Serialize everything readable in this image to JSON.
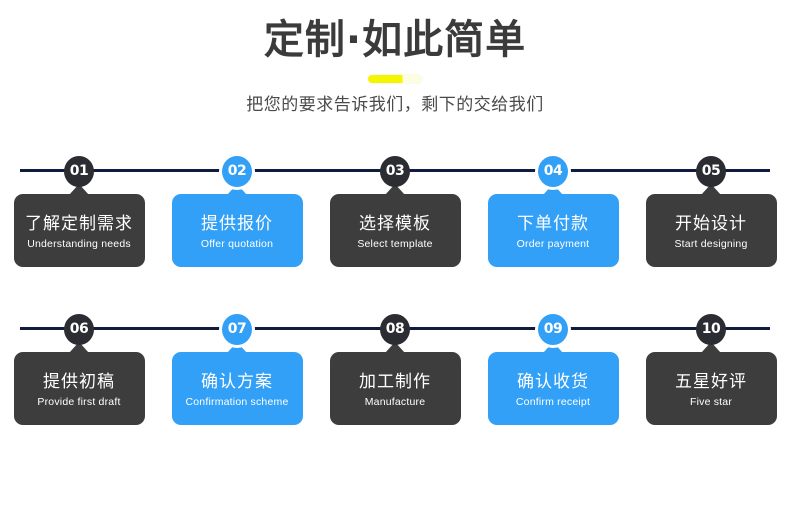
{
  "header": {
    "title": "定制·如此简单",
    "subtitle": "把您的要求告诉我们，剩下的交给我们",
    "divider_color_filled": "#f5f500",
    "divider_color_empty": "#fdfde0"
  },
  "theme": {
    "background": "#ffffff",
    "dark": "#3d3d3d",
    "blue": "#33a0f8",
    "badge_dark": "#2c2c33",
    "line": "#111b3d",
    "title_color": "#3b3b3b",
    "subtitle_color": "#4a4a4a"
  },
  "rows": [
    {
      "id": "row-1",
      "steps": [
        {
          "number": "01",
          "title": "了解定制需求",
          "subtitle": "Understanding needs",
          "style": "dark"
        },
        {
          "number": "02",
          "title": "提供报价",
          "subtitle": "Offer quotation",
          "style": "blue"
        },
        {
          "number": "03",
          "title": "选择模板",
          "subtitle": "Select template",
          "style": "dark"
        },
        {
          "number": "04",
          "title": "下单付款",
          "subtitle": "Order payment",
          "style": "blue"
        },
        {
          "number": "05",
          "title": "开始设计",
          "subtitle": "Start designing",
          "style": "dark"
        }
      ]
    },
    {
      "id": "row-2",
      "steps": [
        {
          "number": "06",
          "title": "提供初稿",
          "subtitle": "Provide first draft",
          "style": "dark"
        },
        {
          "number": "07",
          "title": "确认方案",
          "subtitle": "Confirmation scheme",
          "style": "blue"
        },
        {
          "number": "08",
          "title": "加工制作",
          "subtitle": "Manufacture",
          "style": "dark"
        },
        {
          "number": "09",
          "title": "确认收货",
          "subtitle": "Confirm receipt",
          "style": "blue"
        },
        {
          "number": "10",
          "title": "五星好评",
          "subtitle": "Five star",
          "style": "dark"
        }
      ]
    }
  ]
}
